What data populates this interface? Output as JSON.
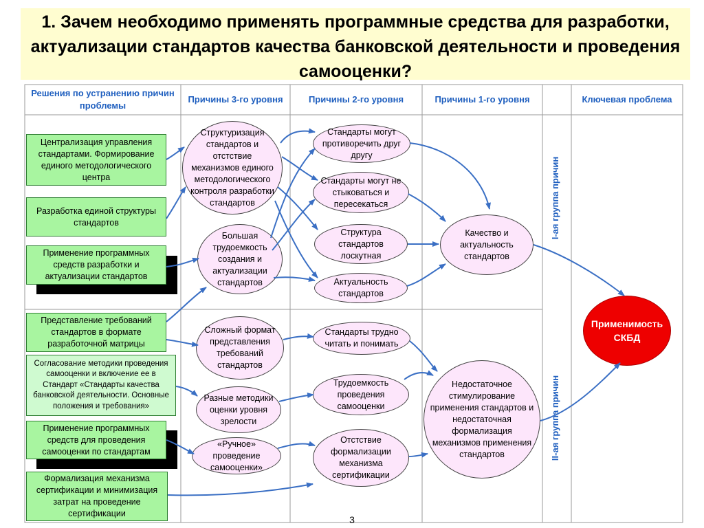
{
  "title": "1. Зачем необходимо применять программные средства для разработки, актуализации стандартов качества банковской деятельности и проведения самооценки?",
  "headers": {
    "col1": "Решения по устранению причин проблемы",
    "col2": "Причины 3-го уровня",
    "col3": "Причины 2-го уровня",
    "col4": "Причины 1-го уровня",
    "col6": "Ключевая проблема"
  },
  "group_labels": {
    "group1": "I-ая    группа причин",
    "group2": "II-ая группа   причин"
  },
  "solutions": [
    "Централизация управления стандартами. Формирование единого методологического центра",
    "Разработка единой структуры стандартов",
    "Применение программных средств разработки и актуализации стандартов",
    "Представление требований стандартов в формате разработочной матрицы",
    "Согласование методики проведения самооценки и включение ее в Стандарт «Стандарты качества банковской деятельности. Основные положения и требования»",
    "Применение программных средств для проведения самооценки по стандартам",
    "Формализация механизма сертификации и минимизация затрат на проведение сертификации"
  ],
  "causes_level3": [
    "Структуризация стандартов и отстствие механизмов единого методологического контроля разработки стандартов",
    "Большая трудоемкость создания и актуализации стандартов",
    "Сложный формат представления требований стандартов",
    "Разные методики оценки уровня зрелости",
    "«Ручное» проведение самооценки»"
  ],
  "causes_level2": [
    "Стандарты могут противоречить друг другу",
    "Стандарты могут не стыковаться и пересекаться",
    "Структура стандартов лоскутная",
    "Актуальность стандартов",
    "Стандарты трудно читать и понимать",
    "Трудоемкость проведения самооценки",
    "Отстствие формализации механизма сертификации"
  ],
  "causes_level1": [
    "Качество и актуальность стандартов",
    "Недостаточное стимулирование применения стандартов и недостаточная формализация механизмов применения стандартов"
  ],
  "key_problem": "Применимость СКБД",
  "page_number": "3",
  "colors": {
    "header_text": "#1f5fbf",
    "solution_fill": "#a8f5a0",
    "cause_fill": "#fde6fb",
    "key_problem_fill": "#ee0000",
    "arrow": "#3a6fc4",
    "title_bg": "#fffdd0"
  }
}
